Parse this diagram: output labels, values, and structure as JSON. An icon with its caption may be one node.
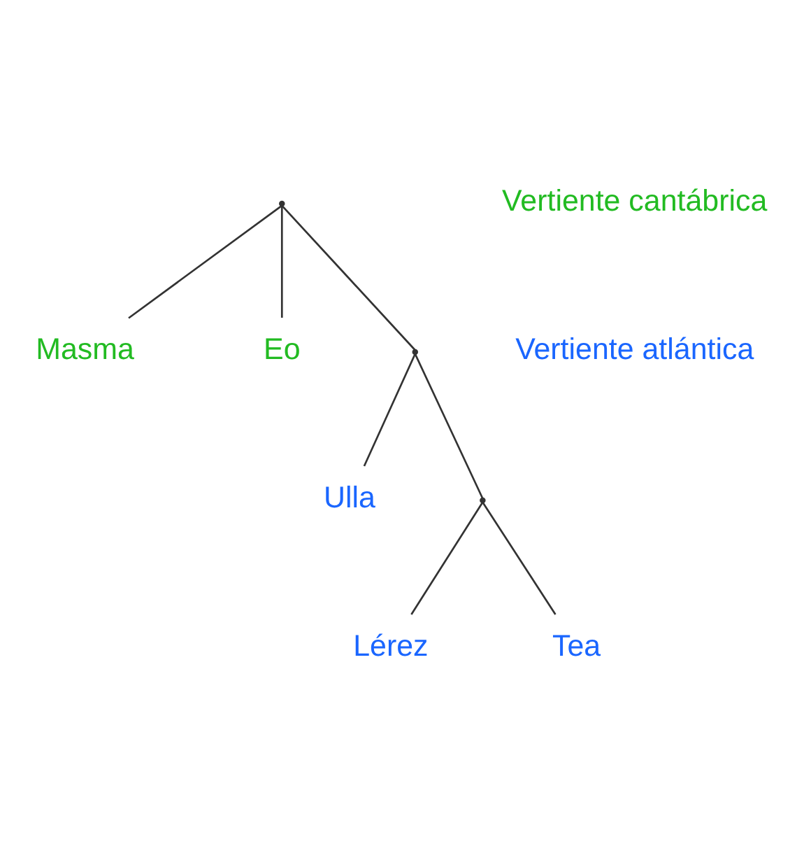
{
  "diagram": {
    "nodes": [
      {
        "text": [
          "Masma"
        ]
      },
      {
        "text": [
          "Eo"
        ]
      },
      {
        "text": [
          "Ulla"
        ]
      },
      {
        "text": [
          "Lérez"
        ]
      },
      {
        "text": [
          "Tea"
        ]
      },
      {
        "text": [],
        "shape": "point"
      },
      {
        "text": [],
        "shape": "point"
      },
      {
        "text": [],
        "shape": "point"
      }
    ],
    "edges": [
      {
        "from": 5,
        "to": 0,
        "arrow": "none"
      },
      {
        "from": 5,
        "to": 1,
        "arrow": "none"
      },
      {
        "from": 5,
        "to": 6,
        "arrow": "none"
      },
      {
        "from": 6,
        "to": 2,
        "arrow": "none"
      },
      {
        "from": 6,
        "to": 7,
        "arrow": "none"
      },
      {
        "from": 7,
        "to": 3,
        "arrow": "none"
      },
      {
        "from": 7,
        "to": 4,
        "arrow": "none"
      }
    ],
    "labels": [
      "Vertiente cantábrica",
      "Vertiente atlántica"
    ]
  }
}
